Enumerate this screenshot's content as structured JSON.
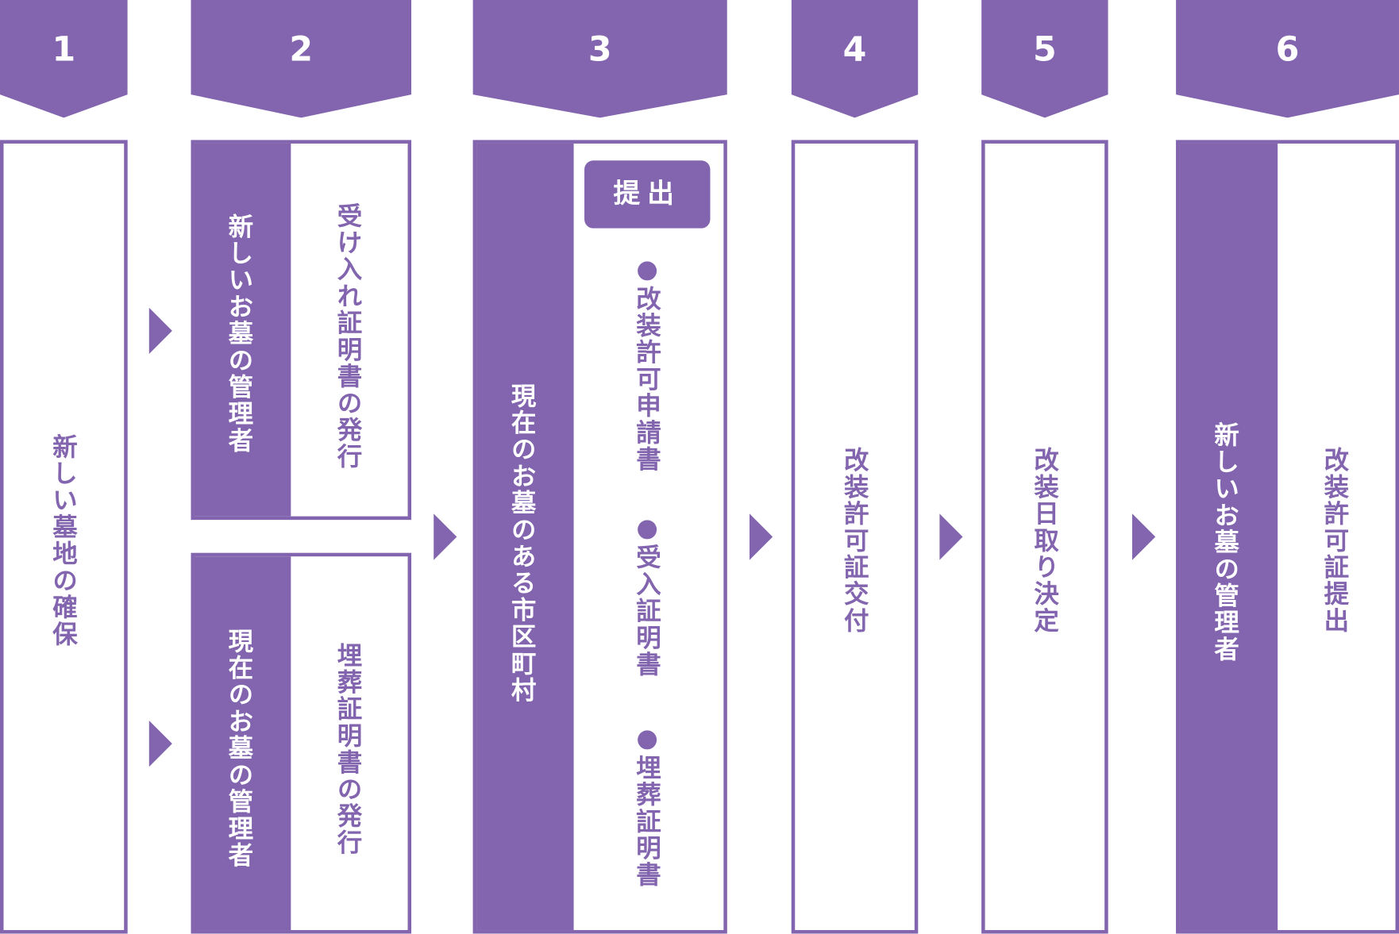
{
  "colors": {
    "accent": "#8265ae",
    "background": "#ffffff"
  },
  "steps": [
    {
      "number": "1",
      "label": "新しい墓地の確保"
    },
    {
      "number": "2",
      "top": {
        "actor": "新しいお墓の管理者",
        "action": "受け入れ証明書の発行"
      },
      "bottom": {
        "actor": "現在のお墓の管理者",
        "action": "埋葬証明書の発行"
      }
    },
    {
      "number": "3",
      "actor": "現在のお墓のある市区町村",
      "badge": "提出",
      "documents": [
        "●改装許可申請書",
        "●受入証明書",
        "●埋葬証明書"
      ]
    },
    {
      "number": "4",
      "label": "改装許可証交付"
    },
    {
      "number": "5",
      "label": "改装日取り決定"
    },
    {
      "number": "6",
      "actor": "新しいお墓の管理者",
      "action": "改装許可証提出"
    }
  ]
}
